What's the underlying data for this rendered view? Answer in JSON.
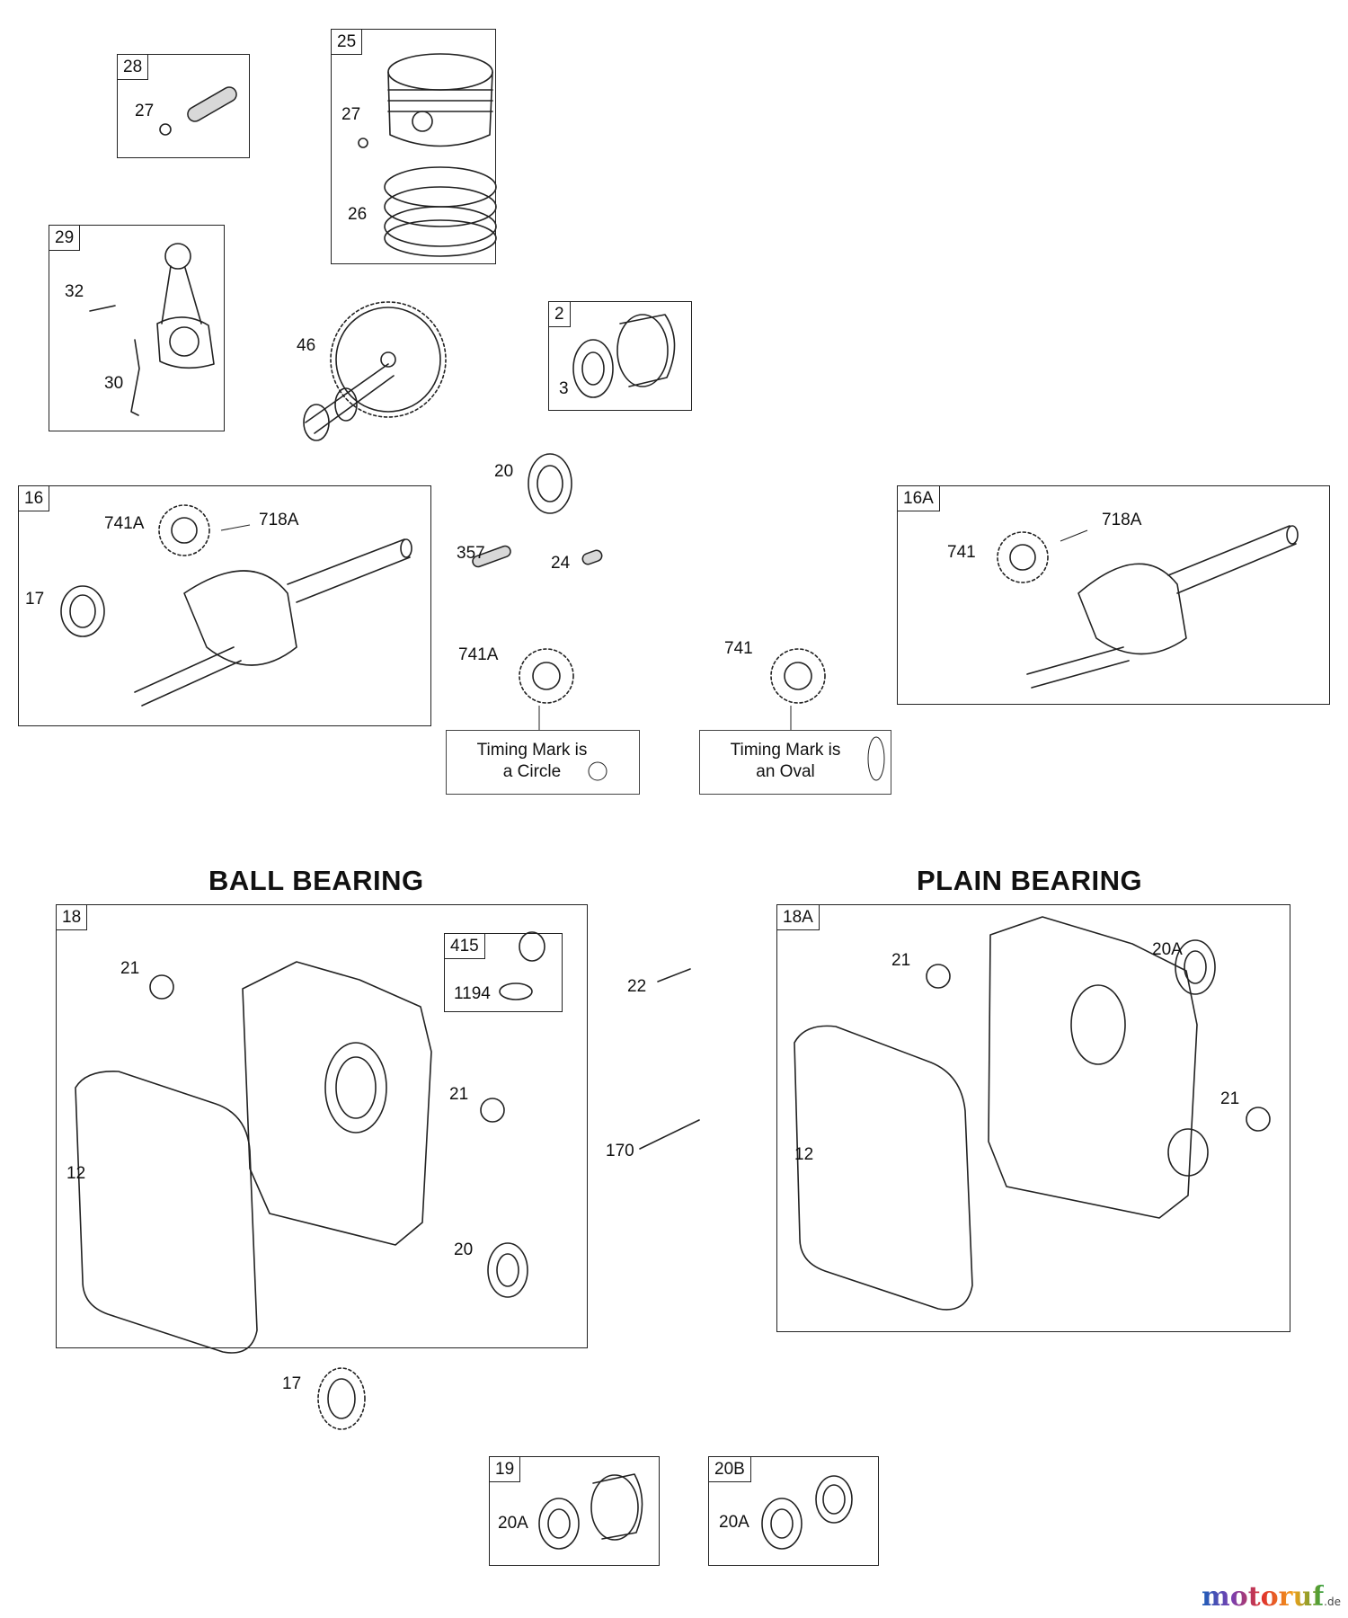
{
  "sections": {
    "ball_bearing": "BALL BEARING",
    "plain_bearing": "PLAIN BEARING"
  },
  "boxes": {
    "b28": "28",
    "b25": "25",
    "b29": "29",
    "b2": "2",
    "b16": "16",
    "b16a": "16A",
    "b18": "18",
    "b415": "415",
    "b18a": "18A",
    "b19": "19",
    "b20b": "20B"
  },
  "callouts": {
    "c27_pin": "27",
    "c27_piston": "27",
    "c26": "26",
    "c32": "32",
    "c30": "30",
    "c46": "46",
    "c3": "3",
    "c20_top": "20",
    "c357": "357",
    "c24": "24",
    "c741a_shaft": "741A",
    "c718a_shaft": "718A",
    "c17_shaft": "17",
    "c741_shaft": "741",
    "c718a_shaft_b": "718A",
    "c741a_gear": "741A",
    "c741_gear": "741",
    "c21_a": "21",
    "c21_b": "21",
    "c1194": "1194",
    "c12_a": "12",
    "c20_cover": "20",
    "c22": "22",
    "c170": "170",
    "c21_c": "21",
    "c20a_cover": "20A",
    "c21_d": "21",
    "c12_b": "12",
    "c17_bottom": "17",
    "c20a_kit19": "20A",
    "c20a_kit20b": "20A"
  },
  "notes": {
    "circle": "Timing Mark is\na Circle",
    "oval": "Timing Mark is\nan Oval"
  },
  "watermark": {
    "name": "motoruf",
    "tld": ".de"
  }
}
